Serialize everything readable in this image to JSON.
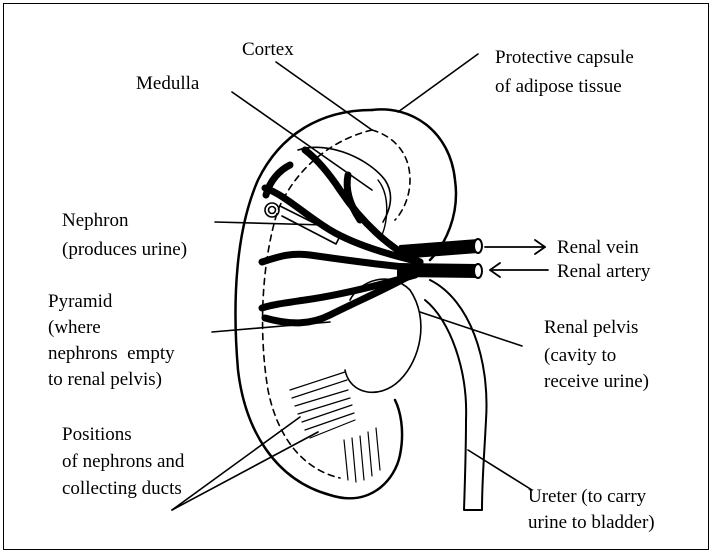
{
  "labels": {
    "cortex": "Cortex",
    "medulla": "Medulla",
    "capsule_line1": "Protective capsule",
    "capsule_line2": "of adipose tissue",
    "nephron_line1": "Nephron",
    "nephron_line2": "(produces urine)",
    "pyramid_line1": "Pyramid",
    "pyramid_line2": "(where",
    "pyramid_line3": "nephrons  empty",
    "pyramid_line4": "to renal pelvis)",
    "positions_line1": "Positions",
    "positions_line2": "of nephrons and",
    "positions_line3": "collecting ducts",
    "renal_vein": "Renal vein",
    "renal_artery": "Renal artery",
    "pelvis_line1": "Renal pelvis",
    "pelvis_line2": "(cavity to",
    "pelvis_line3": "receive urine)",
    "ureter_line1": "Ureter (to carry",
    "ureter_line2": "urine to bladder)"
  }
}
